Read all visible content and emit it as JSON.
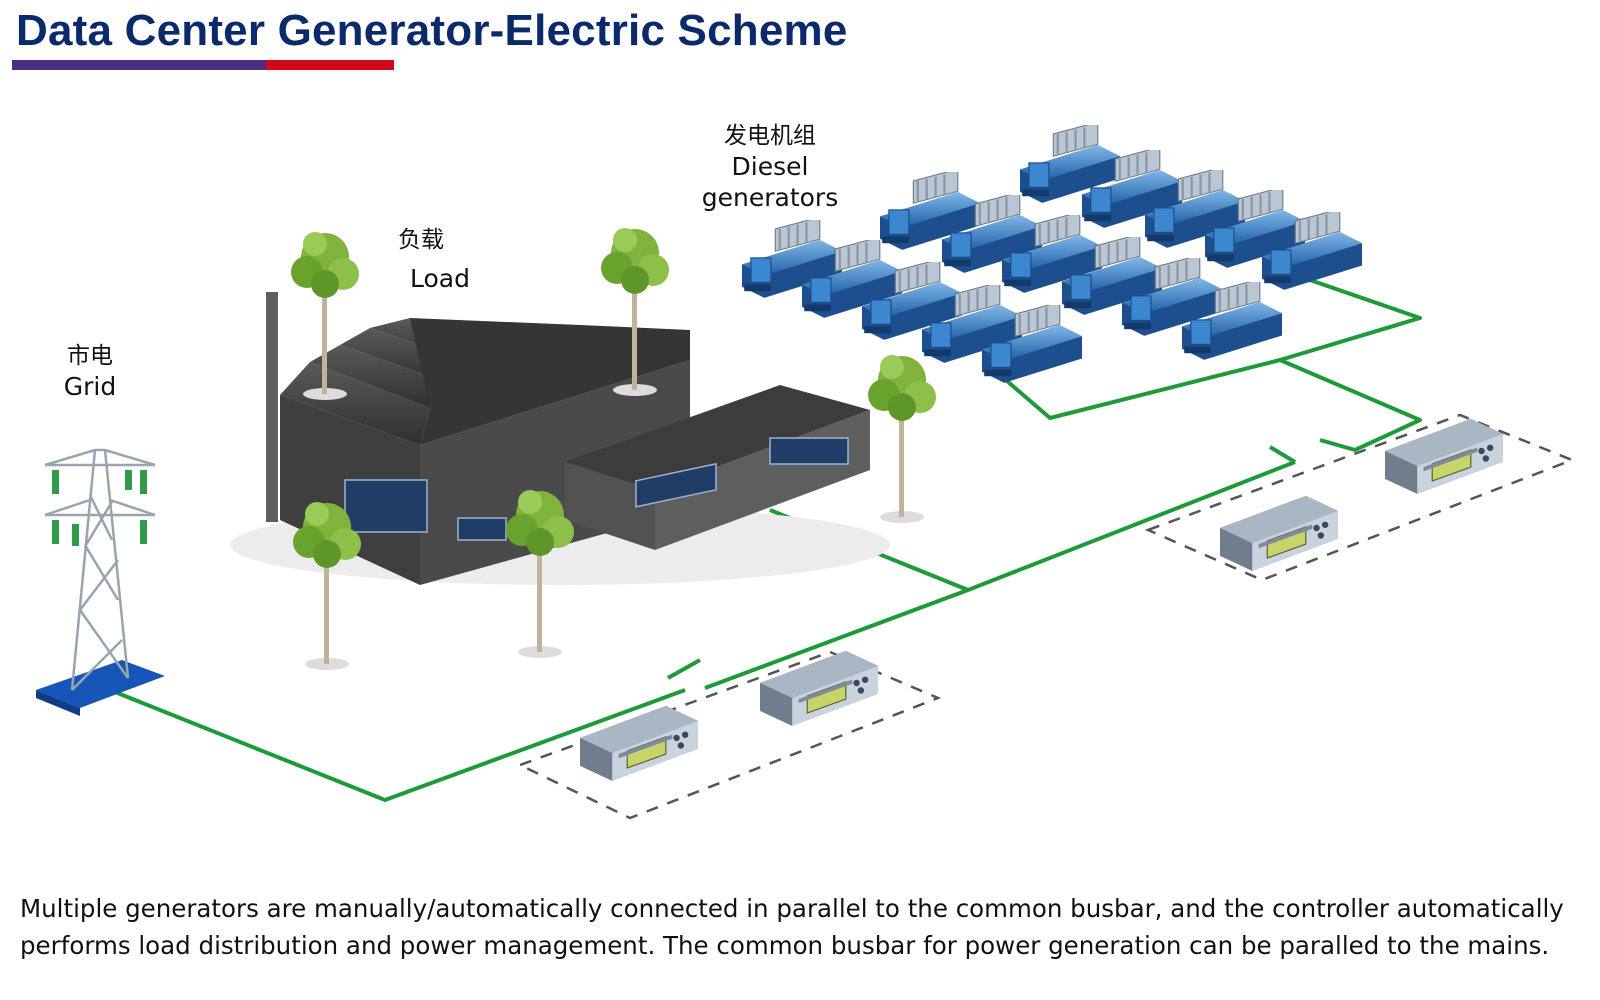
{
  "title": "Data Center Generator-Electric Scheme",
  "accent_colors": {
    "title_text": "#0b2a6b",
    "underline_left": "#4b2c82",
    "underline_right": "#d0091a",
    "bus_line": "#1f9a3a",
    "generator": "#2f79c4"
  },
  "labels": {
    "generators_cn": "发电机组",
    "generators_en": "Diesel generators",
    "load_cn": "负载",
    "load_en": "Load",
    "grid_cn": "市电",
    "grid_en": "Grid"
  },
  "caption": "Multiple generators are manually/automatically connected in parallel to the common busbar, and the controller automatically performs load distribution and power management. The common busbar for power generation can be paralled to the mains.",
  "icons": [
    "transmission-tower-icon",
    "factory-building-icon",
    "tree-icon",
    "diesel-generator-icon",
    "controller-module-icon"
  ]
}
